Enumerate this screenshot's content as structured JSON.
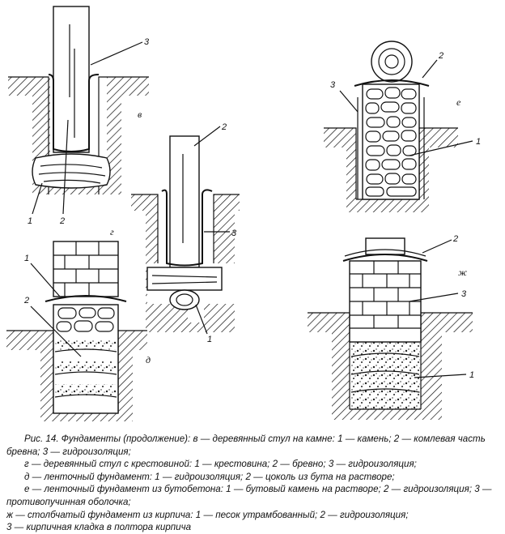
{
  "figure": {
    "letters": {
      "v": "в",
      "g": "г",
      "d": "д",
      "e": "е",
      "zh": "ж"
    },
    "callouts": {
      "v": [
        "1",
        "2",
        "3"
      ],
      "g": [
        "1",
        "2",
        "3"
      ],
      "d": [
        "1",
        "2"
      ],
      "e": [
        "1",
        "2",
        "3"
      ],
      "zh": [
        "1",
        "2",
        "3"
      ]
    }
  },
  "caption": {
    "title": "Рис. 14. Фундаменты (продолжение):  в —  деревянный стул на камне: 1 — камень; 2 — комлевая часть бревна; 3 — гидроизоляция;",
    "lines": [
      "г — деревянный стул с крестовиной: 1 — крестовина; 2 — бревно; 3 — гидроизоляция;",
      "д — ленточный фундамент: 1 — гидроизоляция; 2 — цоколь из бута на растворе;",
      "е — ленточный фундамент из бутобетона: 1 — бутовый камень на растворе; 2 — гидроизоляция; 3 — противопучинная оболочка;",
      "ж — столбчатый фундамент из кирпича: 1 — песок утрамбованный; 2 — гидроизоляция;",
      "3 — кирпичная кладка в полтора кирпича"
    ]
  }
}
